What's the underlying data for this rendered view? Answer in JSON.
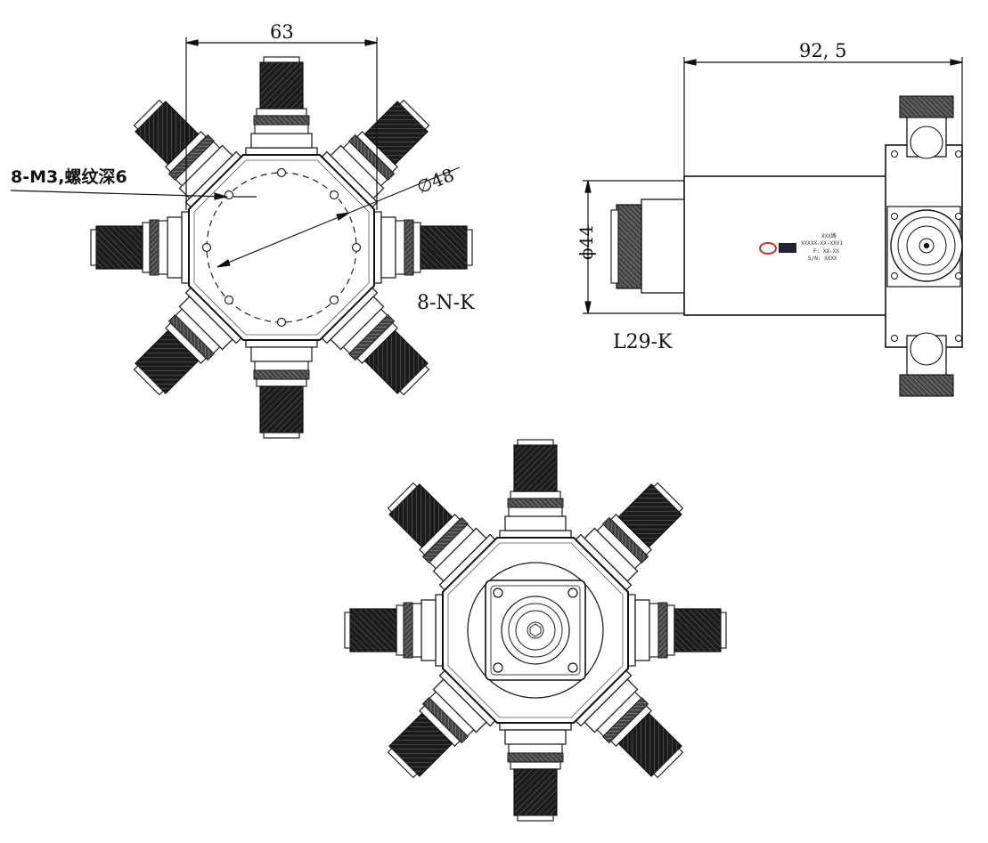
{
  "drawing": {
    "dimensions": {
      "top_view_width": "63",
      "side_view_length": "92, 5",
      "side_view_diameter": "ϕ44",
      "bolt_circle_diameter": "∅48"
    },
    "notes": {
      "mounting_holes": "8-M3,螺纹深6",
      "output_connectors": "8-N-K",
      "input_connector": "L29-K"
    },
    "nameplate": {
      "line1": "XXX路",
      "line2": "XXXXX-XX-XXV1",
      "line3": "F: XX-XX",
      "line4": "S/N: XXXX"
    },
    "line_color": "#1a1a1a",
    "connector_fill": "#111111"
  }
}
